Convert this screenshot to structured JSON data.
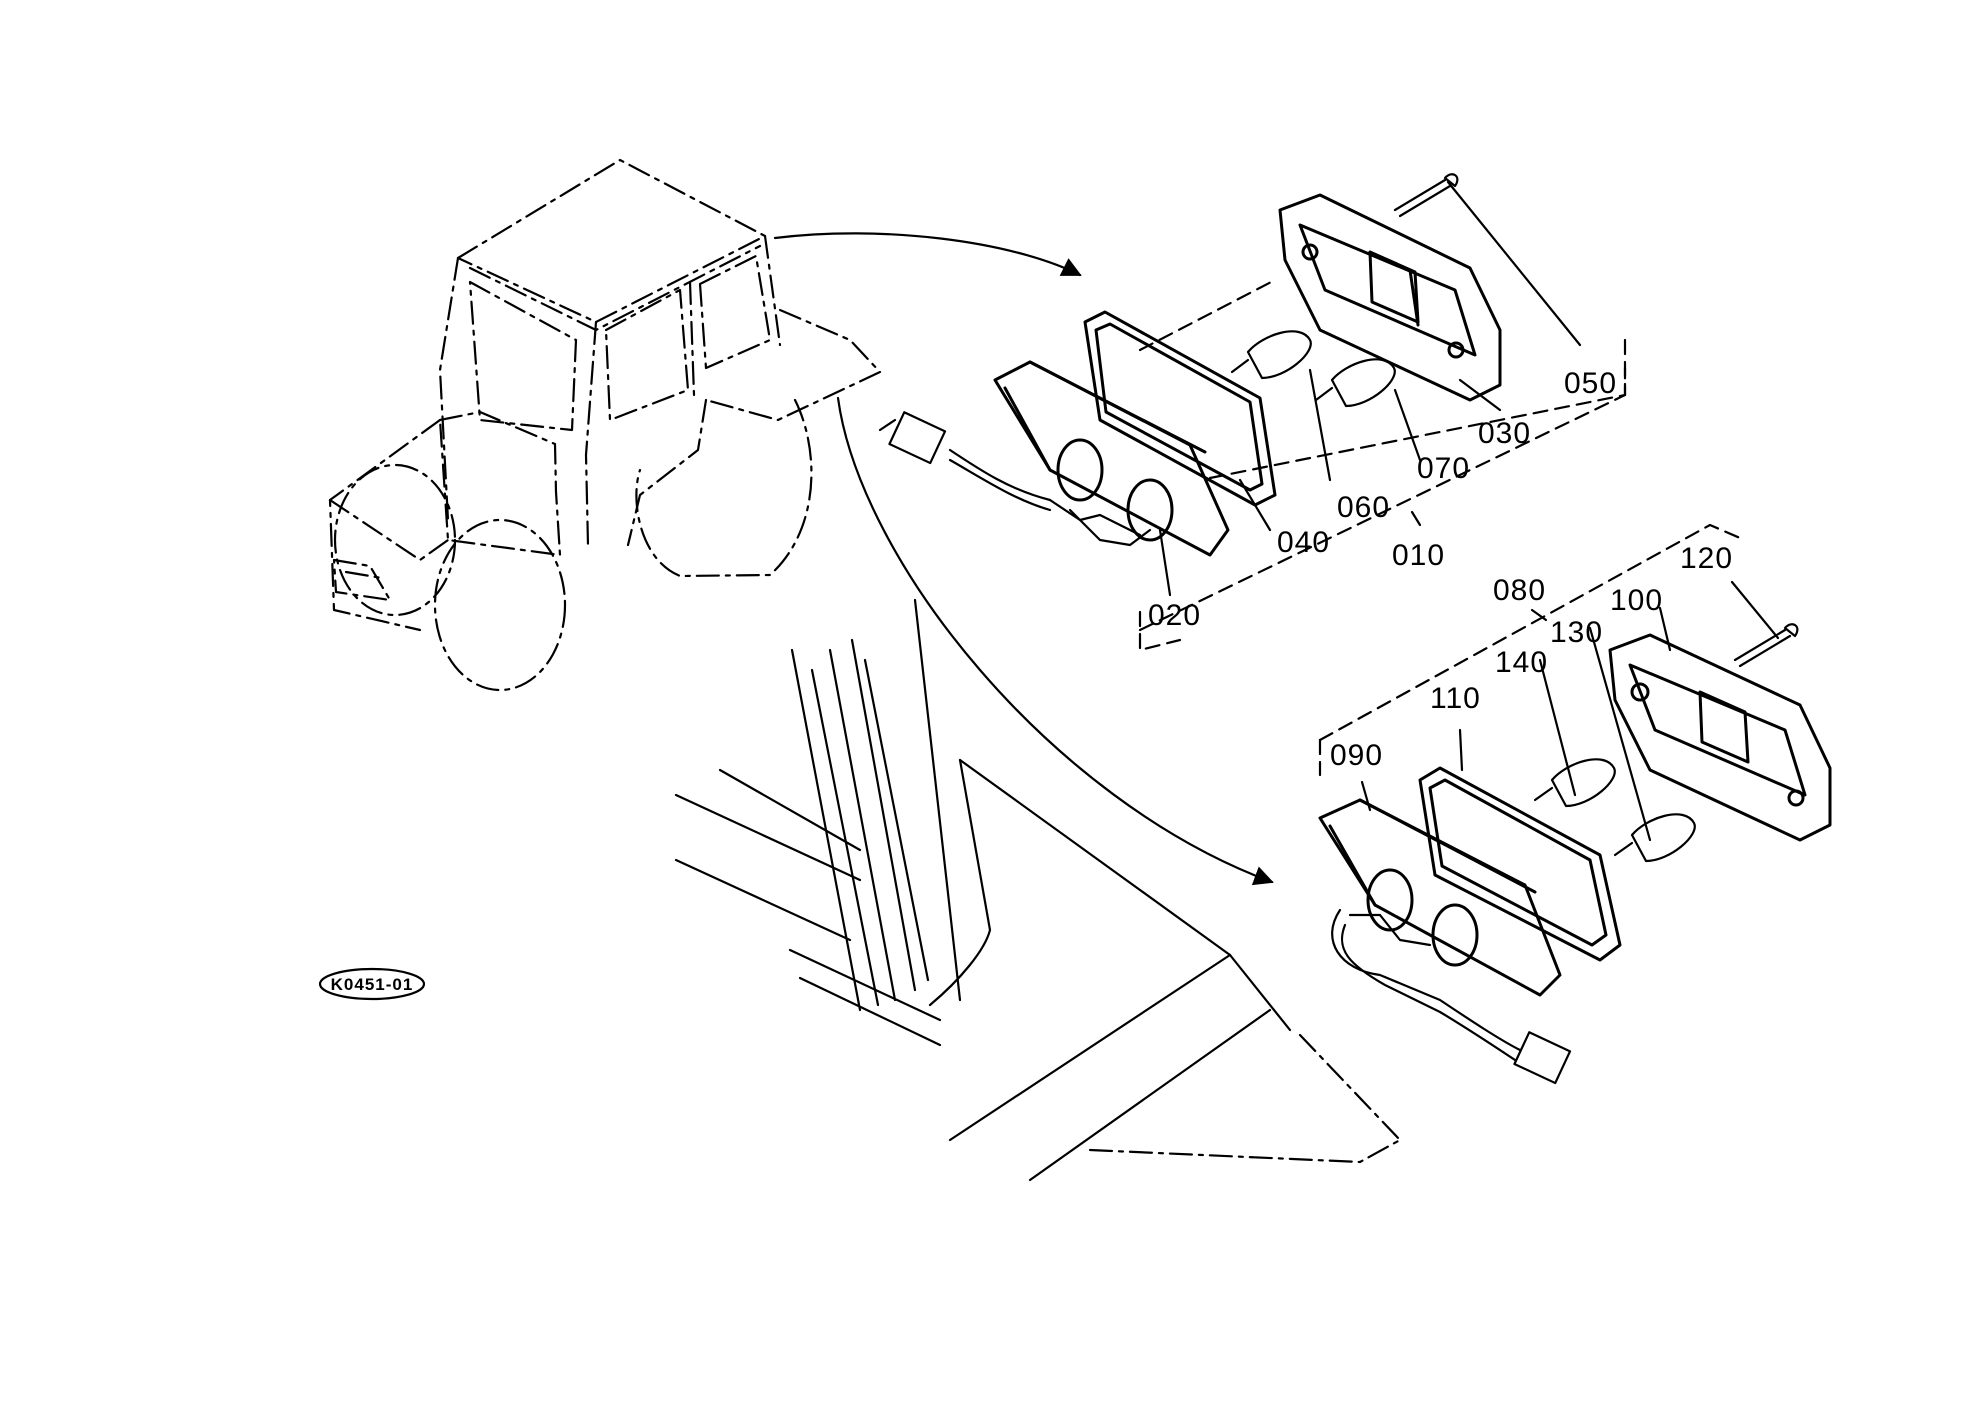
{
  "figure_code": "K0451-01",
  "callouts": {
    "p010": "010",
    "p020": "020",
    "p030": "030",
    "p040": "040",
    "p050": "050",
    "p060": "060",
    "p070": "070",
    "p080": "080",
    "p090": "090",
    "p100": "100",
    "p110": "110",
    "p120": "120",
    "p130": "130",
    "p140": "140"
  }
}
